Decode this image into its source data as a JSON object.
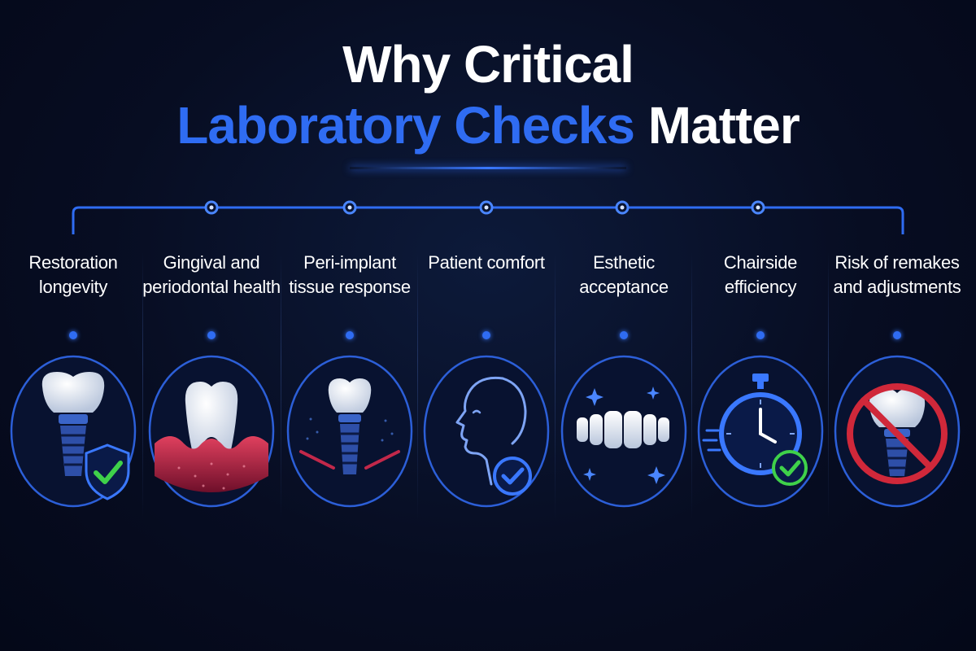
{
  "title": {
    "line1": "Why Critical",
    "line2_highlight": "Laboratory Checks",
    "line2_rest": "Matter"
  },
  "colors": {
    "background": "#070d22",
    "accent_blue": "#2f6cf2",
    "check_green": "#3fd14a",
    "gum_red": "#c2284a",
    "prohibit_red": "#d0283a"
  },
  "items": [
    {
      "label": "Restoration longevity",
      "icon": "implant-shield-check-icon"
    },
    {
      "label": "Gingival and periodontal health",
      "icon": "tooth-gum-icon"
    },
    {
      "label": "Peri-implant tissue response",
      "icon": "implant-tissue-icon"
    },
    {
      "label": "Patient comfort",
      "icon": "face-profile-check-icon"
    },
    {
      "label": "Esthetic acceptance",
      "icon": "smile-teeth-sparkle-icon"
    },
    {
      "label": "Chairside efficiency",
      "icon": "stopwatch-check-icon"
    },
    {
      "label": "Risk of remakes and adjustments",
      "icon": "implant-prohibited-icon"
    }
  ]
}
